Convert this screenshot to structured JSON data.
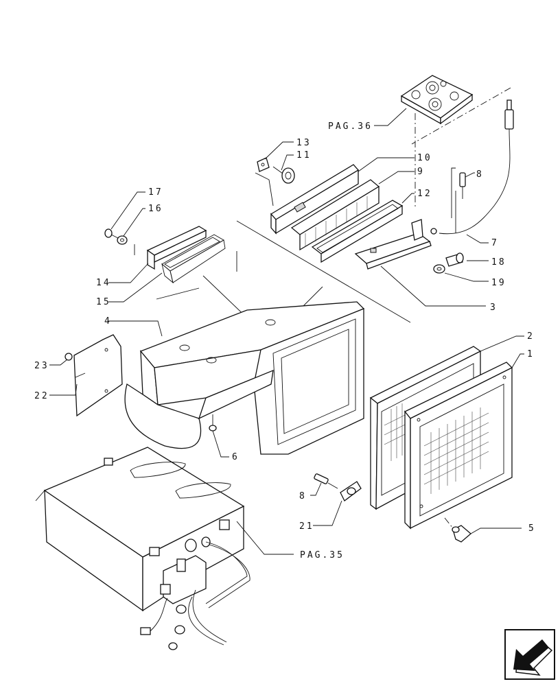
{
  "callouts": {
    "c1": "1",
    "c2": "2",
    "c3": "3",
    "c4": "4",
    "c5": "5",
    "c6": "6",
    "c7": "7",
    "c8a": "8",
    "c8b": "8",
    "c9": "9",
    "c10": "10",
    "c11": "11",
    "c12": "12",
    "c13": "13",
    "c14": "14",
    "c15": "15",
    "c16": "16",
    "c17": "17",
    "c18": "18",
    "c19": "19",
    "c21": "21",
    "c22": "22",
    "c23": "23"
  },
  "page_refs": {
    "pag36": "PAG.36",
    "pag35": "PAG.35"
  },
  "nav": {
    "icon": "arrow-left-down-icon"
  }
}
